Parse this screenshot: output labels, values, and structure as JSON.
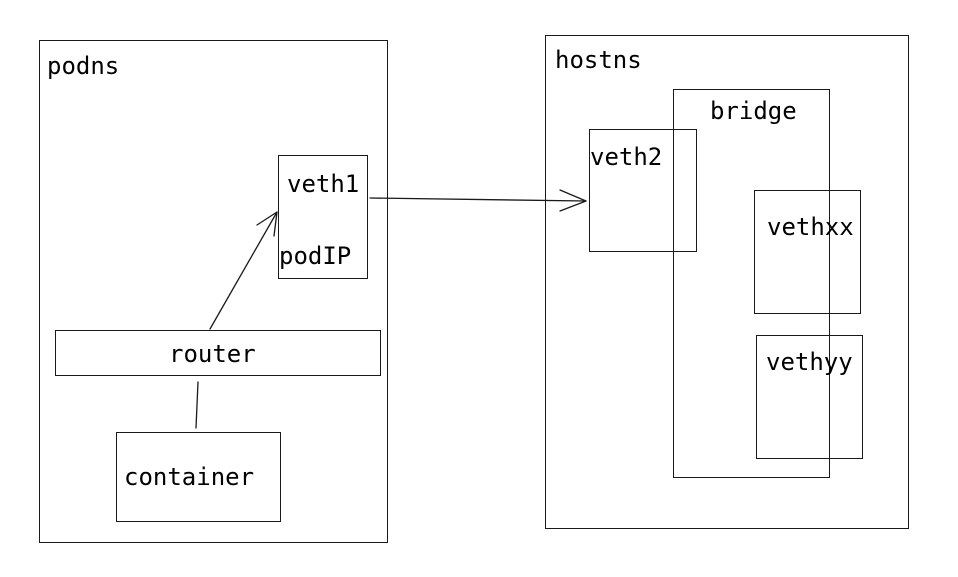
{
  "podns": {
    "title": "podns",
    "veth1": {
      "label": "veth1",
      "sublabel": "podIP"
    },
    "router": {
      "label": "router"
    },
    "container": {
      "label": "container"
    }
  },
  "hostns": {
    "title": "hostns",
    "veth2": {
      "label": "veth2"
    },
    "bridge": {
      "label": "bridge",
      "vethxx": {
        "label": "vethxx"
      },
      "vethyy": {
        "label": "vethyy"
      }
    }
  },
  "colors": {
    "stroke": "#1a1a1a",
    "background": "#ffffff"
  }
}
